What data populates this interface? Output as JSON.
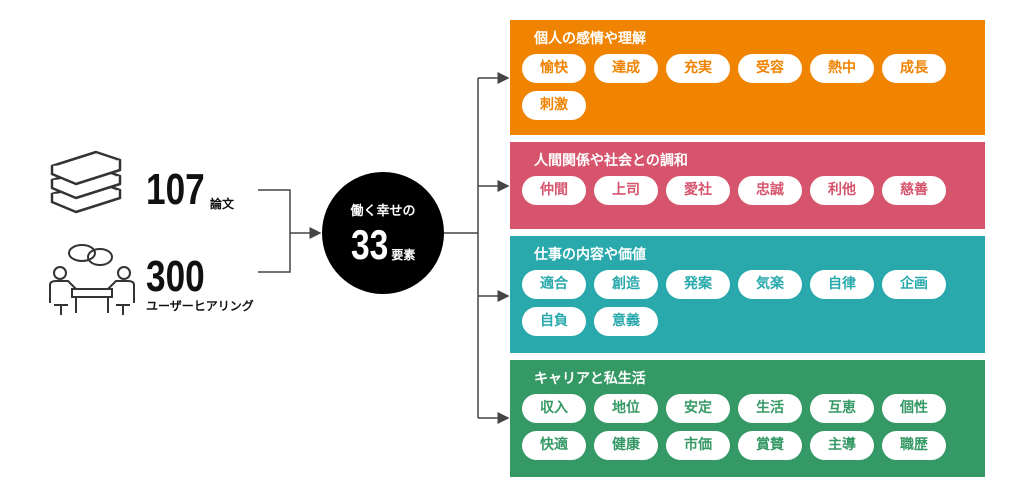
{
  "sources": [
    {
      "number": "107",
      "unit": "論文",
      "icon": "books-icon"
    },
    {
      "number": "300",
      "unit": "ユーザーヒアリング",
      "icon": "meeting-people-icon"
    }
  ],
  "center": {
    "caption": "働く幸せの",
    "number": "33",
    "unit": "要素"
  },
  "categories": [
    {
      "title": "個人の感情や理解",
      "color": "#F08300",
      "items": [
        "愉快",
        "達成",
        "充実",
        "受容",
        "熱中",
        "成長",
        "刺激"
      ]
    },
    {
      "title": "人間関係や社会との調和",
      "color": "#D6556D",
      "items": [
        "仲間",
        "上司",
        "愛社",
        "忠誠",
        "利他",
        "慈善"
      ]
    },
    {
      "title": "仕事の内容や価値",
      "color": "#29A9AC",
      "items": [
        "適合",
        "創造",
        "発案",
        "気楽",
        "自律",
        "企画",
        "自負",
        "意義"
      ]
    },
    {
      "title": "キャリアと私生活",
      "color": "#359965",
      "items": [
        "収入",
        "地位",
        "安定",
        "生活",
        "互恵",
        "個性",
        "快適",
        "健康",
        "市価",
        "賞賛",
        "主導",
        "職歴"
      ]
    }
  ]
}
